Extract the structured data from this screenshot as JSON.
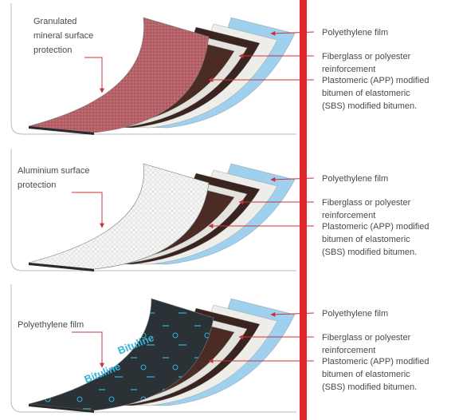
{
  "colors": {
    "accent_red": "#e0252b",
    "granule_red": "#b8626a",
    "bitumen_brown": "#3a2420",
    "reinforcement_white": "#ededea",
    "film_blue": "#9fd0ee",
    "label_text": "#4a4a4a",
    "pointer": "#c8333a"
  },
  "icons": [
    "arrow-pointer-icon"
  ],
  "panels": [
    {
      "surface_label_lines": [
        "Granulated",
        "mineral surface",
        "protection"
      ],
      "layers": [
        {
          "label_lines": [
            "Polyethylene film"
          ]
        },
        {
          "label_lines": [
            "Fiberglass or polyester",
            "reinforcement"
          ]
        },
        {
          "label_lines": [
            "Plastomeric (APP) modified",
            "bitumen of elastomeric",
            "(SBS) modified bitumen."
          ]
        }
      ]
    },
    {
      "surface_label_lines": [
        "Aluminium surface",
        "protection"
      ],
      "layers": [
        {
          "label_lines": [
            "Polyethylene film"
          ]
        },
        {
          "label_lines": [
            "Fiberglass or polyester",
            "reinforcement"
          ]
        },
        {
          "label_lines": [
            "Plastomeric (APP) modified",
            "bitumen of elastomeric",
            "(SBS) modified bitumen."
          ]
        }
      ]
    },
    {
      "surface_label_lines": [
        "Polyethylene film"
      ],
      "brand_mark": "Bituline",
      "layers": [
        {
          "label_lines": [
            "Polyethylene film"
          ]
        },
        {
          "label_lines": [
            "Fiberglass or polyester",
            "reinforcement"
          ]
        },
        {
          "label_lines": [
            "Plastomeric (APP) modified",
            "bitumen of elastomeric",
            "(SBS) modified bitumen."
          ]
        }
      ]
    }
  ]
}
